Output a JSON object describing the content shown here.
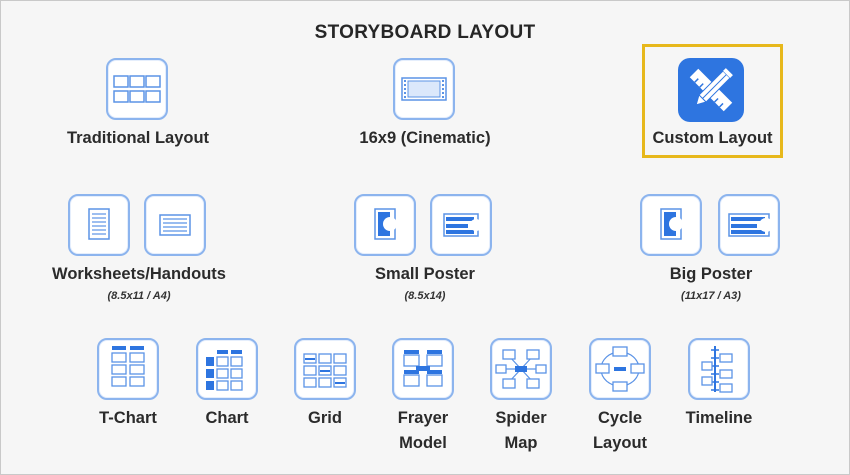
{
  "title": "STORYBOARD LAYOUT",
  "row1": {
    "traditional": "Traditional Layout",
    "cinematic": "16x9 (Cinematic)",
    "custom": "Custom Layout"
  },
  "row2": {
    "worksheets": {
      "label": "Worksheets/Handouts",
      "sub": "(8.5x11 / A4)"
    },
    "small_poster": {
      "label": "Small Poster",
      "sub": "(8.5x14)"
    },
    "big_poster": {
      "label": "Big Poster",
      "sub": "(11x17 / A3)"
    }
  },
  "row3": {
    "t_chart": "T-Chart",
    "chart": "Chart",
    "grid": "Grid",
    "frayer_1": "Frayer",
    "frayer_2": "Model",
    "spider_1": "Spider",
    "spider_2": "Map",
    "cycle_1": "Cycle",
    "cycle_2": "Layout",
    "timeline": "Timeline"
  },
  "colors": {
    "accent": "#2e75e0",
    "tile_border": "#8cb4ee",
    "highlight": "#e7b81b"
  }
}
